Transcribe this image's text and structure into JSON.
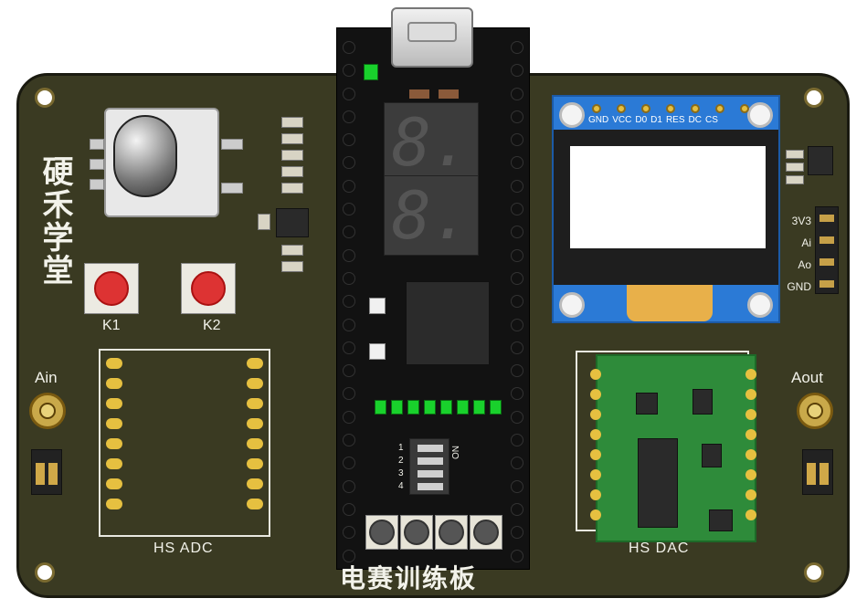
{
  "board": {
    "brand_vertical": "硬禾学堂",
    "bottom_label": "电赛训练板",
    "buttons": [
      {
        "label": "K1"
      },
      {
        "label": "K2"
      }
    ],
    "adc_label": "HS ADC",
    "dac_label": "HS DAC",
    "ain_label": "Ain",
    "aout_label": "Aout",
    "oled_pins": [
      "GND",
      "VCC",
      "D0",
      "D1",
      "RES",
      "DC",
      "CS"
    ],
    "right_header": [
      "3V3",
      "Ai",
      "Ao",
      "GND"
    ],
    "dip_label": "ON",
    "dip_numbers": [
      "1",
      "2",
      "3",
      "4"
    ],
    "seven_seg_digits": [
      "8.",
      "8."
    ]
  },
  "colors": {
    "pcb": "#3a3a22",
    "oled_board": "#2b7ad6",
    "dac_board": "#2e8b3a",
    "button_red": "#dd3333",
    "led_green": "#19d12c"
  }
}
